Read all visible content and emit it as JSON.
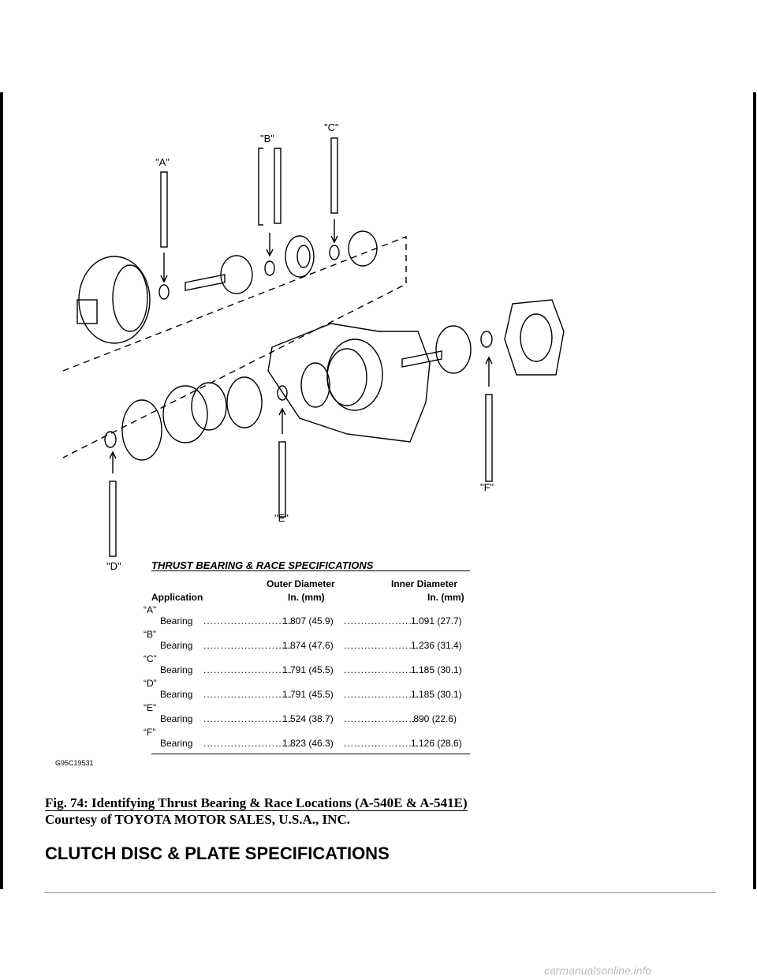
{
  "figure": {
    "labels": [
      "\"A\"",
      "\"B\"",
      "\"C\"",
      "\"D\"",
      "\"E\"",
      "\"F\""
    ],
    "code": "G95C19531"
  },
  "table": {
    "title": "THRUST BEARING & RACE SPECIFICATIONS",
    "col_app": "Application",
    "col_outer_1": "Outer Diameter",
    "col_outer_2": "In. (mm)",
    "col_inner_1": "Inner Diameter",
    "col_inner_2": "In. (mm)",
    "rows": [
      {
        "app": "“A”",
        "item": "Bearing",
        "outer": "1.807 (45.9)",
        "inner": "1.091 (27.7)"
      },
      {
        "app": "“B”",
        "item": "Bearing",
        "outer": "1.874 (47.6)",
        "inner": "1.236 (31.4)"
      },
      {
        "app": "“C”",
        "item": "Bearing",
        "outer": "1.791 (45.5)",
        "inner": "1.185 (30.1)"
      },
      {
        "app": "“D”",
        "item": "Bearing",
        "outer": "1.791 (45.5)",
        "inner": "1.185 (30.1)"
      },
      {
        "app": "“E”",
        "item": "Bearing",
        "outer": "1.524 (38.7)",
        "inner": ".890 (22.6)"
      },
      {
        "app": "“F”",
        "item": "Bearing",
        "outer": "1.823 (46.3)",
        "inner": "1.126 (28.6)"
      }
    ],
    "leader": ".........................."
  },
  "caption": {
    "line1": "Fig. 74: Identifying Thrust Bearing & Race Locations (A-540E & A-541E)",
    "line2": "Courtesy of TOYOTA MOTOR SALES, U.S.A., INC."
  },
  "section_heading": "CLUTCH DISC & PLATE SPECIFICATIONS",
  "watermark": "carmanualsonline.info"
}
